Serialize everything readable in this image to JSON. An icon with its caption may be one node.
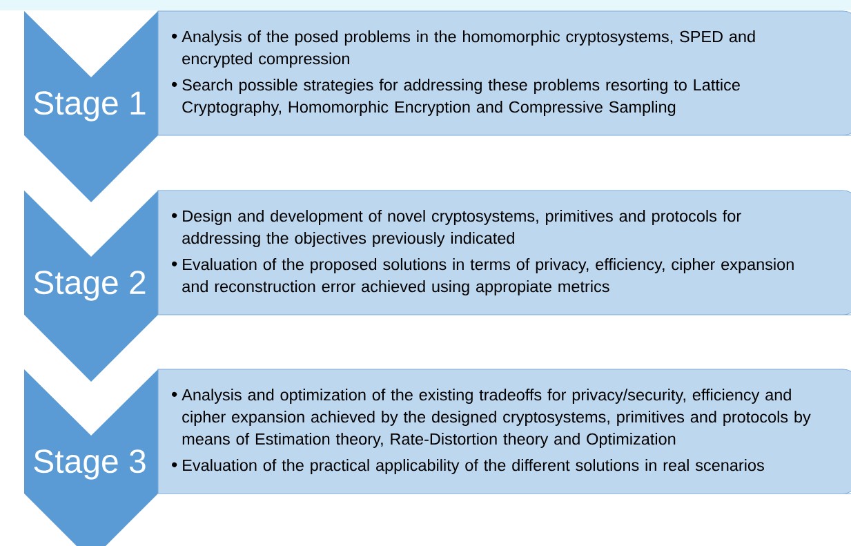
{
  "diagram": {
    "nodes": [
      {
        "text": [
          "Stage 1"
        ]
      },
      {
        "text": [
          "Analysis of the posed problems in the homomorphic cryptosystems, SPED and encrypted compression",
          "Search possible strategies for addressing these problems resorting to Lattice Cryptography, Homomorphic Encryption and Compressive Sampling"
        ]
      },
      {
        "text": [
          "Stage 2"
        ]
      },
      {
        "text": [
          "Design and development of novel cryptosystems, primitives and protocols for addressing the objectives previously indicated",
          "Evaluation of the proposed solutions in terms of privacy, efficiency, cipher expansion and reconstruction error achieved using appropiate metrics"
        ]
      },
      {
        "text": [
          "Stage 3"
        ]
      },
      {
        "text": [
          "Analysis and optimization of the existing tradeoffs for privacy/security, efficiency and cipher expansion achieved by the designed cryptosystems, primitives and protocols by means of Estimation theory, Rate-Distortion theory and Optimization",
          "Evaluation of the practical applicability of the different solutions in real scenarios"
        ]
      }
    ]
  }
}
